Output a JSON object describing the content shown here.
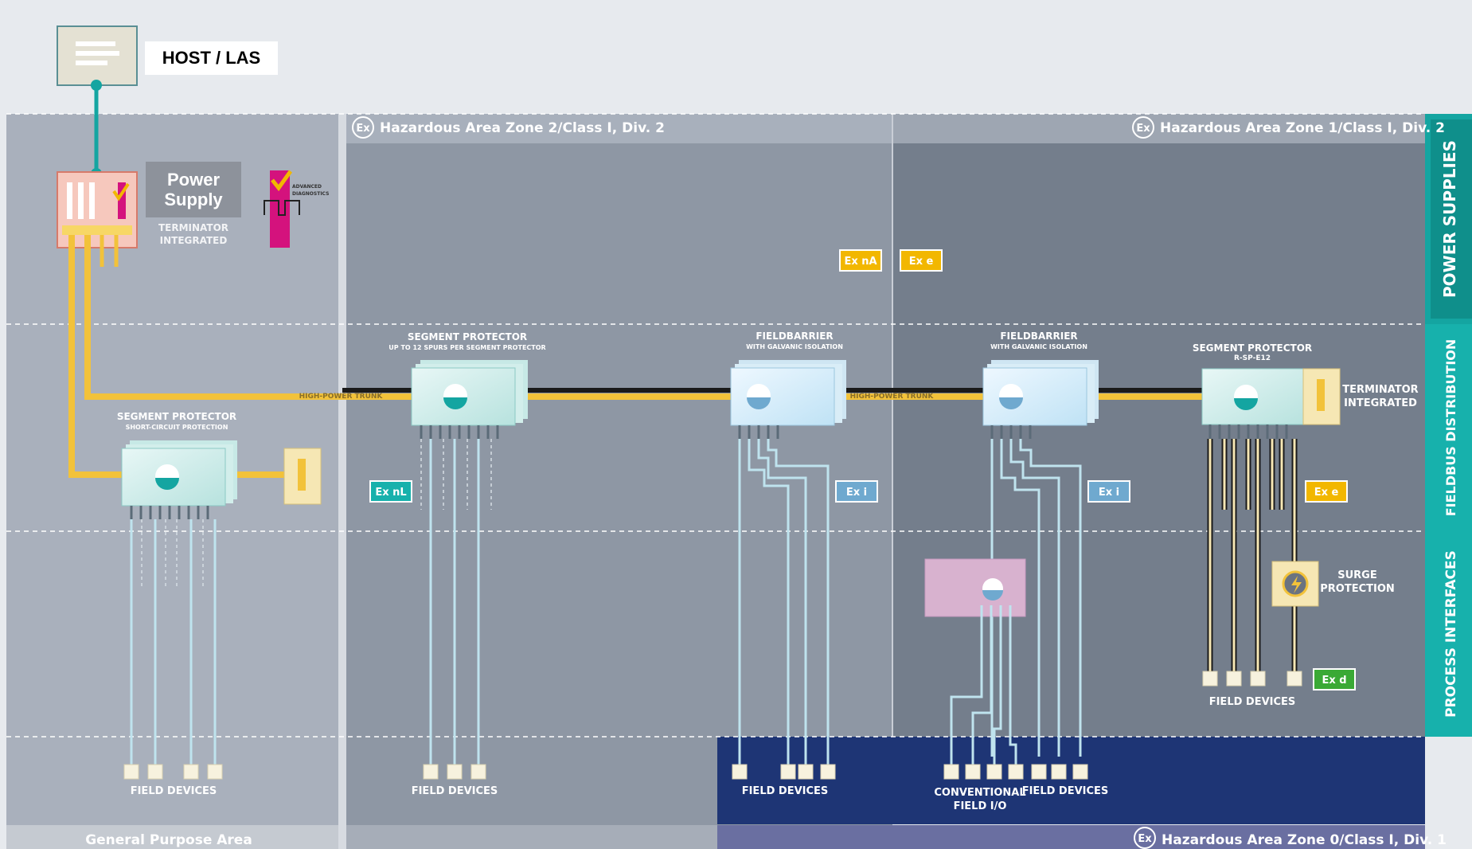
{
  "host": {
    "label": "HOST / LAS"
  },
  "power_supply": {
    "label": "Power\nSupply",
    "terminator_line1": "TERMINATOR",
    "terminator_line2": "INTEGRATED",
    "diag_line1": "ADVANCED",
    "diag_line2": "DIAGNOSTICS"
  },
  "zones": {
    "zone2": "Hazardous Area Zone 2/Class I, Div. 2",
    "zone1": "Hazardous Area Zone 1/Class I, Div. 2",
    "zone0": "Hazardous Area Zone 0/Class I, Div. 1",
    "general": "General Purpose Area",
    "ex_symbol": "Ex"
  },
  "side_bands": {
    "power": "POWER SUPPLIES",
    "fieldbus": "FIELDBUS DISTRIBUTION",
    "process": "PROCESS INTERFACES"
  },
  "trunk_label": "HIGH-POWER TRUNK",
  "devices": {
    "sp_short": {
      "title": "SEGMENT PROTECTOR",
      "sub": "SHORT-CIRCUIT PROTECTION"
    },
    "sp_12": {
      "title": "SEGMENT PROTECTOR",
      "sub": "UP TO 12 SPURS PER SEGMENT PROTECTOR"
    },
    "fb1": {
      "title": "FIELDBARRIER",
      "sub": "WITH GALVANIC ISOLATION"
    },
    "fb2": {
      "title": "FIELDBARRIER",
      "sub": "WITH GALVANIC ISOLATION"
    },
    "sp_rsp": {
      "title": "SEGMENT PROTECTOR",
      "sub": "R-SP-E12"
    },
    "term_right": {
      "line1": "TERMINATOR",
      "line2": "INTEGRATED"
    },
    "surge": {
      "line1": "SURGE",
      "line2": "PROTECTION"
    }
  },
  "badges": {
    "exna": "Ex nA",
    "exe_top": "Ex e",
    "exnl": "Ex nL",
    "exi_1": "Ex i",
    "exi_2": "Ex i",
    "exe_right": "Ex e",
    "exd": "Ex d"
  },
  "bottom_labels": {
    "fd1": "FIELD DEVICES",
    "fd2": "FIELD DEVICES",
    "fd3": "FIELD DEVICES",
    "conv_line1": "CONVENTIONAL",
    "conv_line2": "FIELD I/O",
    "fd4": "FIELD DEVICES",
    "fd5": "FIELD DEVICES"
  },
  "colors": {
    "trunk": "#f2c23a",
    "spur": "#bfe3ee",
    "teal": "#14a5a1",
    "navy": "#1e3575",
    "magenta": "#d4127d"
  }
}
